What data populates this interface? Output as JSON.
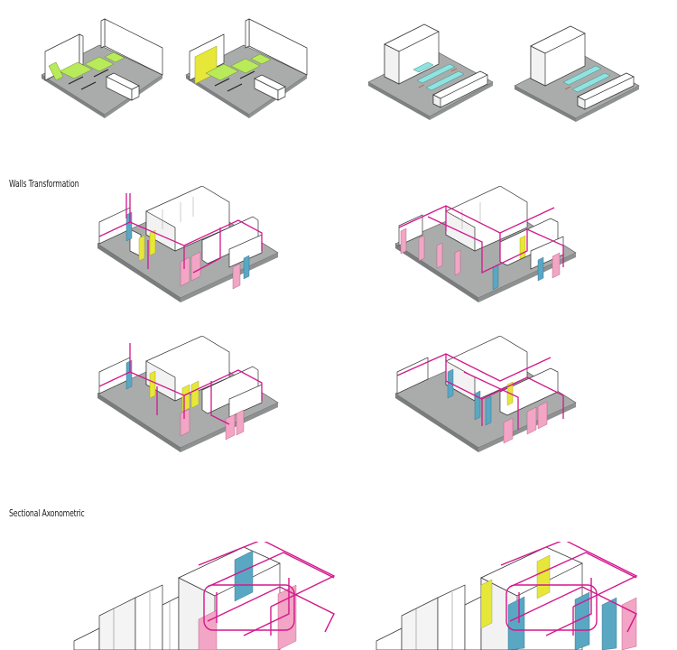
{
  "sections": {
    "walls_transformation": "Walls Transformation",
    "sectional_axonometric": "Sectional Axonometric"
  },
  "colors": {
    "floor": "#a9acab",
    "wall": "#ffffff",
    "line": "#333333",
    "pipe": "#d2188c",
    "green": "#b8ea5a",
    "yellow": "#e7e73a",
    "cyan": "#8fe3e0",
    "blue": "#5aa7c3",
    "pink": "#f2a5c4"
  },
  "figures": {
    "small_rooms": [
      {
        "id": "room-a",
        "accent": "green",
        "panel": false
      },
      {
        "id": "room-b",
        "accent": "green",
        "panel": true
      },
      {
        "id": "room-c",
        "accent": "cyan",
        "panel": false
      },
      {
        "id": "room-d",
        "accent": "cyan",
        "panel": false
      }
    ],
    "wall_plans": [
      {
        "id": "plan-1",
        "variant": "a"
      },
      {
        "id": "plan-2",
        "variant": "b"
      },
      {
        "id": "plan-3",
        "variant": "c"
      },
      {
        "id": "plan-4",
        "variant": "d"
      }
    ],
    "sections": [
      {
        "id": "section-1"
      },
      {
        "id": "section-2"
      }
    ]
  }
}
